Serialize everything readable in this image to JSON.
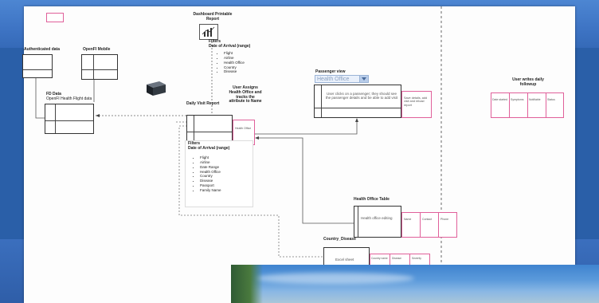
{
  "diagram": {
    "report_icon_label": "Dashboard Printable Report",
    "filters_label": "Filters",
    "date_arrival_range": "Date of Arrival (range)",
    "top_filter_items": [
      "Flight",
      "Airline",
      "Health Office",
      "Country",
      "Disease"
    ],
    "nodes": {
      "authenticated": "Authenticated data",
      "openfi": "OpenFI Mobile",
      "fd_data": "FD Data",
      "fd_data_sub": "OpenFI Health Flight data",
      "daily_visit": "Daily Visit Report",
      "user_assigns": "User Assigns Health Office and tracks the attribute to Name",
      "passenger_view": "Passenger view",
      "passenger_text": "User clicks on a passenger; they should see the passenger details and be able to add visit",
      "passenger_side": "Save details, add visit and reload report",
      "daily_side": "Health Office",
      "user_writes": "User writes daily followup",
      "followup_cells": [
        "Date started",
        "Symptoms",
        "Notifiable",
        "Status"
      ],
      "health_office_table": "Health Office Table",
      "health_office_editing": "Health office editing",
      "ho_cells": [
        "Name",
        "Contact",
        "Phone"
      ],
      "country_disease": "Country_Disease",
      "excel_sheet": "Excel sheet",
      "cd_cells": [
        "Country name",
        "Disease",
        "Severity"
      ]
    },
    "daily_filters_label": "Filters",
    "daily_filter_items": [
      "Flight",
      "Airline",
      "Date Range",
      "Health Office",
      "Country",
      "Disease",
      "Passport",
      "Family Name"
    ],
    "dropdown_value": "Health Office"
  },
  "colors": {
    "pink": "#e0609a",
    "accent_blue": "#3e74c4"
  }
}
